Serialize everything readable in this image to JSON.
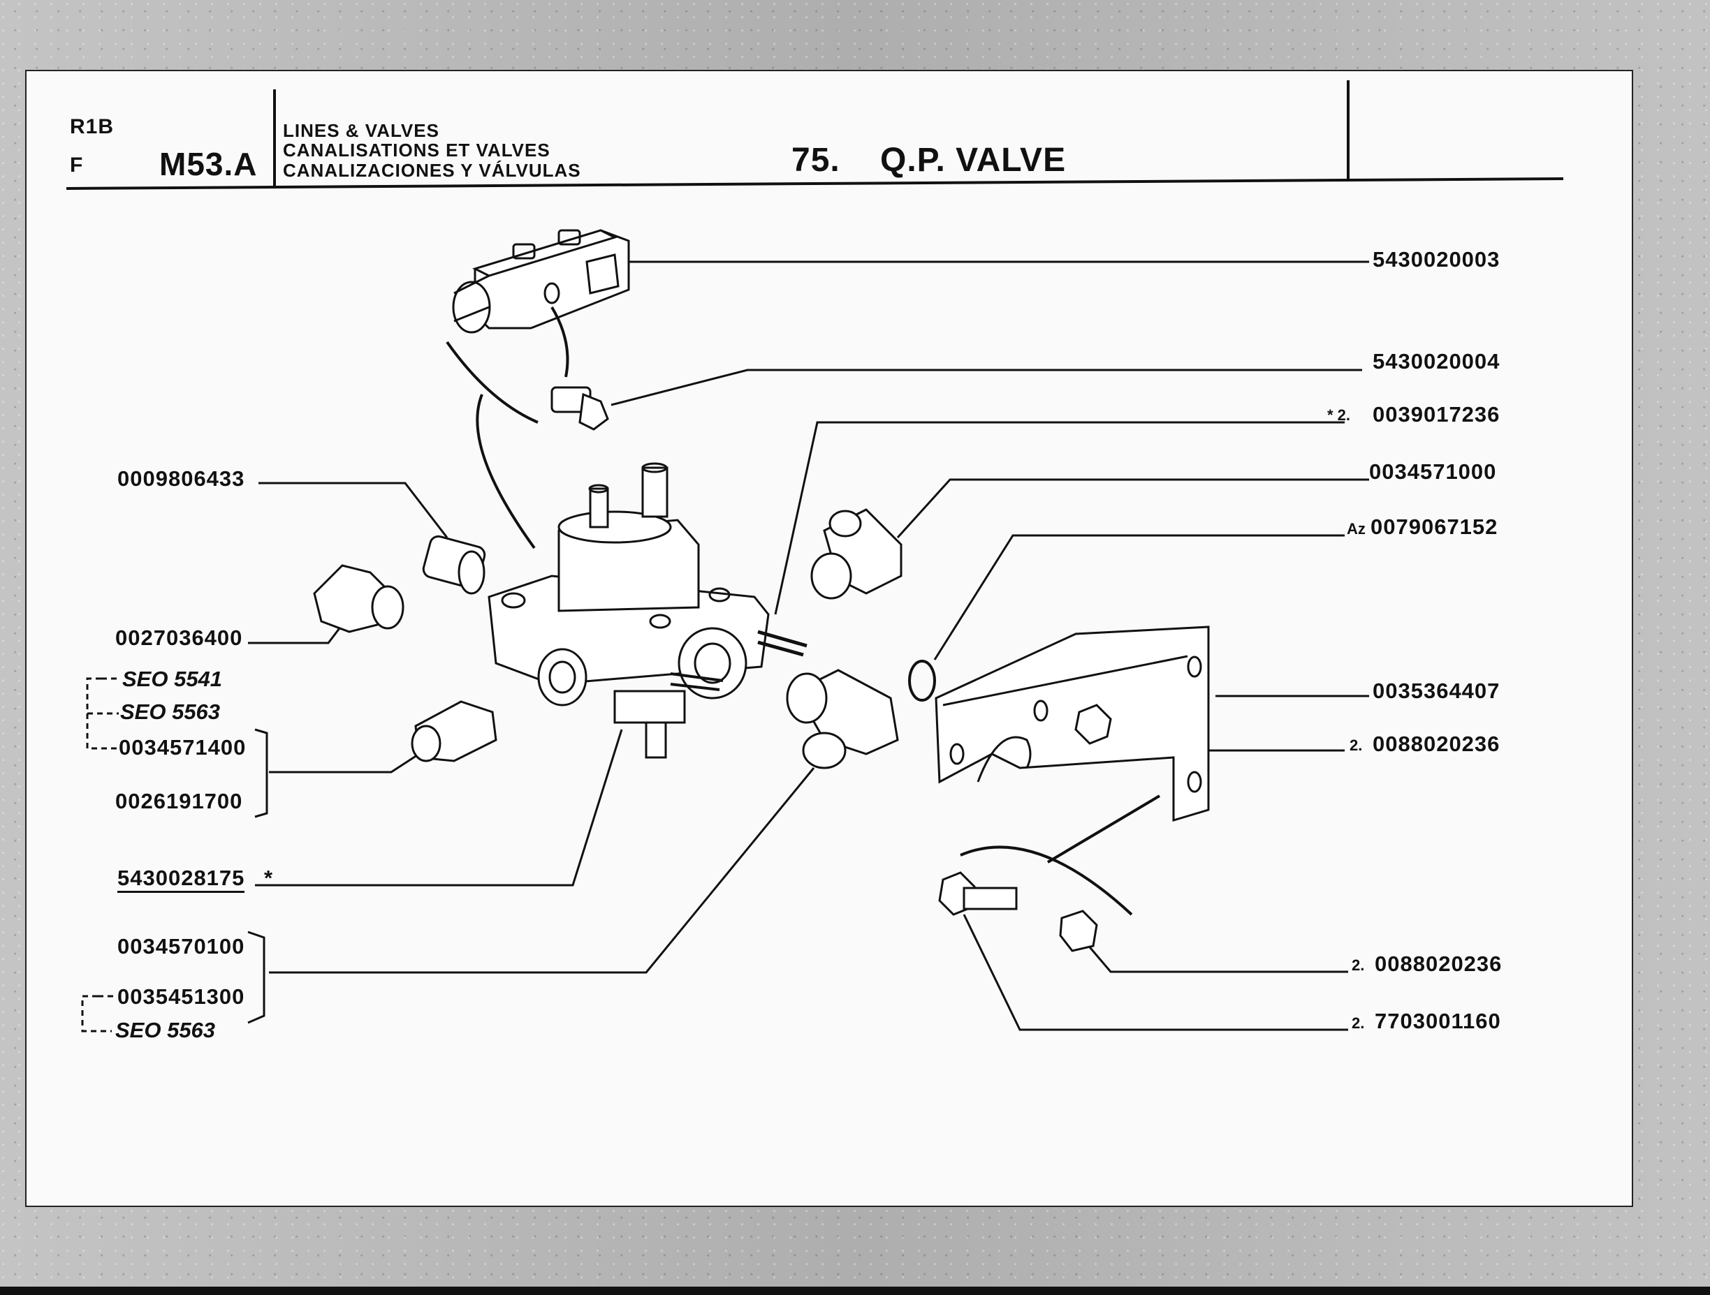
{
  "header": {
    "model": "R1B",
    "lang": "F",
    "code": "M53.A",
    "section_lines": [
      "LINES & VALVES",
      "CANALISATIONS ET VALVES",
      "CANALIZACIONES Y VÁLVULAS"
    ],
    "page_number": "75.",
    "page_title": "Q.P. VALVE"
  },
  "right_labels": {
    "p1": "5430020003",
    "p2": "5430020004",
    "p3_prefix": "* 2.",
    "p3": "0039017236",
    "p4": "0034571000",
    "p5_prefix": "Az",
    "p5": "0079067152",
    "p6": "0035364407",
    "p7_prefix": "2.",
    "p7": "0088020236",
    "p8_prefix": "2.",
    "p8": "0088020236",
    "p9_prefix": "2.",
    "p9": "7703001160"
  },
  "left_labels": {
    "l1": "0009806433",
    "l2": "0027036400",
    "seo1": "SEO 5541",
    "seo2": "SEO 5563",
    "l3": "0034571400",
    "l4": "0026191700",
    "l5": "5430028175",
    "l5_mark": "*",
    "l6": "0034570100",
    "l7": "0035451300",
    "seo3": "SEO 5563"
  }
}
